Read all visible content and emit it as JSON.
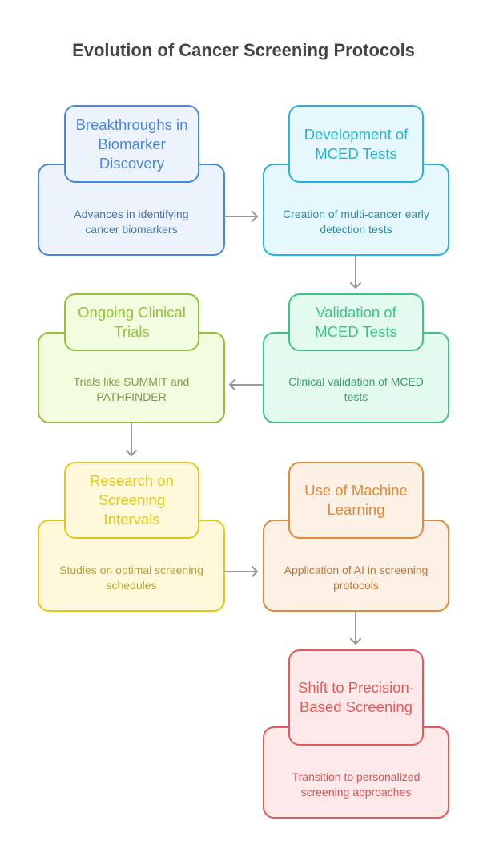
{
  "title": "Evolution of Cancer Screening Protocols",
  "steps": [
    {
      "heading": "Breakthroughs in Biomarker Discovery",
      "description": "Advances in identifying cancer biomarkers",
      "colors": {
        "border": "#4a86e0",
        "fill": "#edf3fd",
        "heading_text": "#4a86e0",
        "desc_text": "#4a73b0"
      }
    },
    {
      "heading": "Development of MCED Tests",
      "description": "Creation of multi-cancer early detection tests",
      "colors": {
        "border": "#27b3d6",
        "fill": "#e6f8fd",
        "heading_text": "#27b3d6",
        "desc_text": "#2f8aa3"
      }
    },
    {
      "heading": "Validation of MCED Tests",
      "description": "Clinical validation of MCED tests",
      "colors": {
        "border": "#3cc486",
        "fill": "#e3fbef",
        "heading_text": "#3cc486",
        "desc_text": "#3b9c72"
      }
    },
    {
      "heading": "Ongoing Clinical Trials",
      "description": "Trials like SUMMIT and PATHFINDER",
      "colors": {
        "border": "#93c13a",
        "fill": "#f2fcdf",
        "heading_text": "#93c13a",
        "desc_text": "#7f9a45"
      }
    },
    {
      "heading": "Research on Screening Intervals",
      "description": "Studies on optimal screening schedules",
      "colors": {
        "border": "#e0c81d",
        "fill": "#fdf9da",
        "heading_text": "#e0c81d",
        "desc_text": "#b2a238"
      }
    },
    {
      "heading": "Use of Machine Learning",
      "description": "Application of AI in screening protocols",
      "colors": {
        "border": "#e08a3a",
        "fill": "#fdf0e4",
        "heading_text": "#e08a3a",
        "desc_text": "#c0763a"
      }
    },
    {
      "heading": "Shift to Precision-Based Screening",
      "description": "Transition to personalized screening approaches",
      "colors": {
        "border": "#e05a5a",
        "fill": "#fde9e9",
        "heading_text": "#e05a5a",
        "desc_text": "#d05555"
      }
    }
  ],
  "arrow_color": "#999999"
}
